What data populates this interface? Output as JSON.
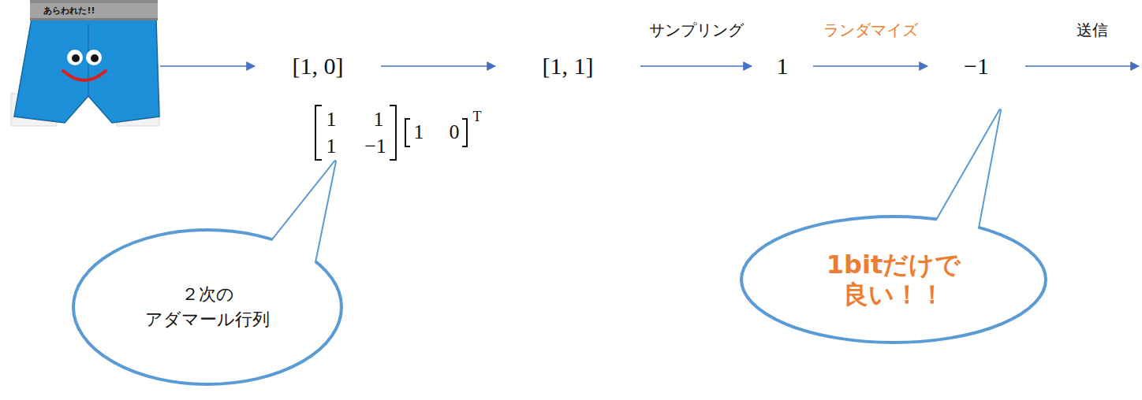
{
  "diagram": {
    "nodes": [
      {
        "text": [
          "[1, 0]"
        ]
      },
      {
        "text": [
          "[1, 1]"
        ]
      },
      {
        "text": [
          "1"
        ]
      },
      {
        "text": [
          "−1"
        ]
      },
      {
        "text": [
          "２次の アダマール行列"
        ]
      },
      {
        "text": [
          "1bitだけで 良い！！"
        ]
      }
    ],
    "edges": [
      {
        "from": 0,
        "to": 1,
        "arrow": "to"
      },
      {
        "from": 1,
        "to": 2,
        "arrow": "to",
        "label": "サンプリング"
      },
      {
        "from": 2,
        "to": 3,
        "arrow": "to",
        "label": "ランダマイズ"
      }
    ],
    "labels": [
      "あらわれた!!",
      "1",
      "1",
      "1",
      "−1",
      "1",
      "0",
      "T",
      "送信"
    ]
  }
}
